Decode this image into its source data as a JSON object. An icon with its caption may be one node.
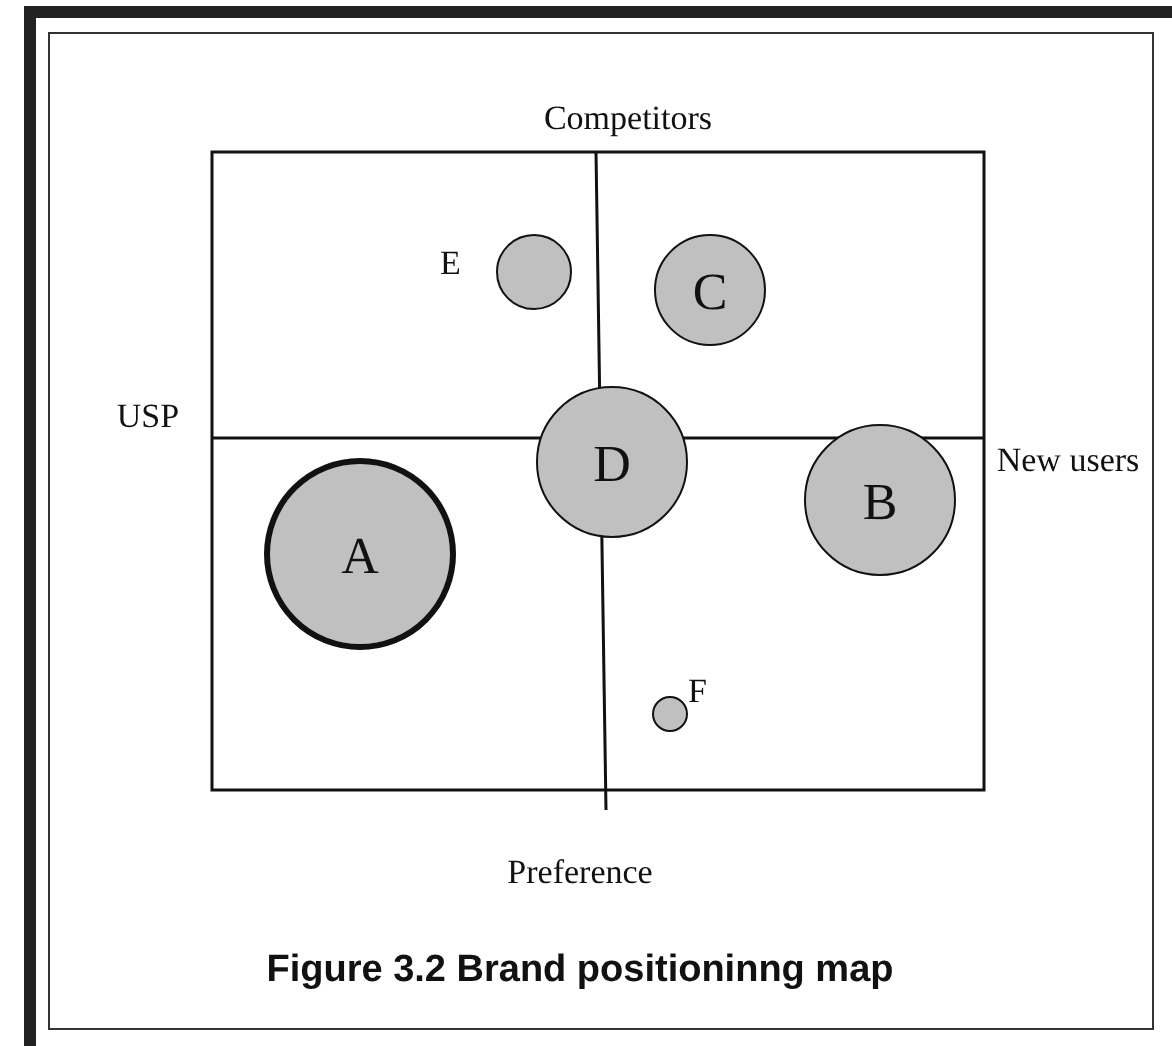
{
  "diagram": {
    "caption": "Figure 3.2 Brand positioninng map",
    "nodes": [
      {
        "text": [
          "E"
        ]
      },
      {
        "text": [
          "C"
        ]
      },
      {
        "text": [
          "D"
        ]
      },
      {
        "text": [
          "B"
        ]
      },
      {
        "text": [
          "A"
        ]
      },
      {
        "text": [
          "F"
        ]
      }
    ],
    "labels": [
      "Competitors",
      "USP",
      "New users",
      "Preference"
    ]
  }
}
